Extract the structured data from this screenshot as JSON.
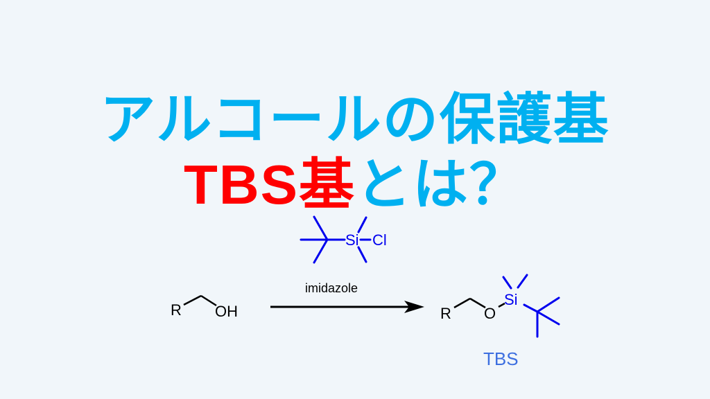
{
  "title": {
    "line1": "アルコールの保護基",
    "line2_red": "TBS基",
    "line2_rest": "とは？"
  },
  "reagent": {
    "si": "Si",
    "cl": "Cl"
  },
  "reaction": {
    "reactant_r": "R",
    "reactant_oh": "OH",
    "condition": "imidazole",
    "product_r": "R",
    "product_o": "O",
    "product_si": "Si",
    "label": "TBS"
  },
  "colors": {
    "background": "#f1f6fa",
    "title_cyan": "#00b0f0",
    "title_red": "#ff0000",
    "reagent_blue": "#0000ee",
    "tbs_label": "#3d6fe0",
    "black": "#000000"
  }
}
